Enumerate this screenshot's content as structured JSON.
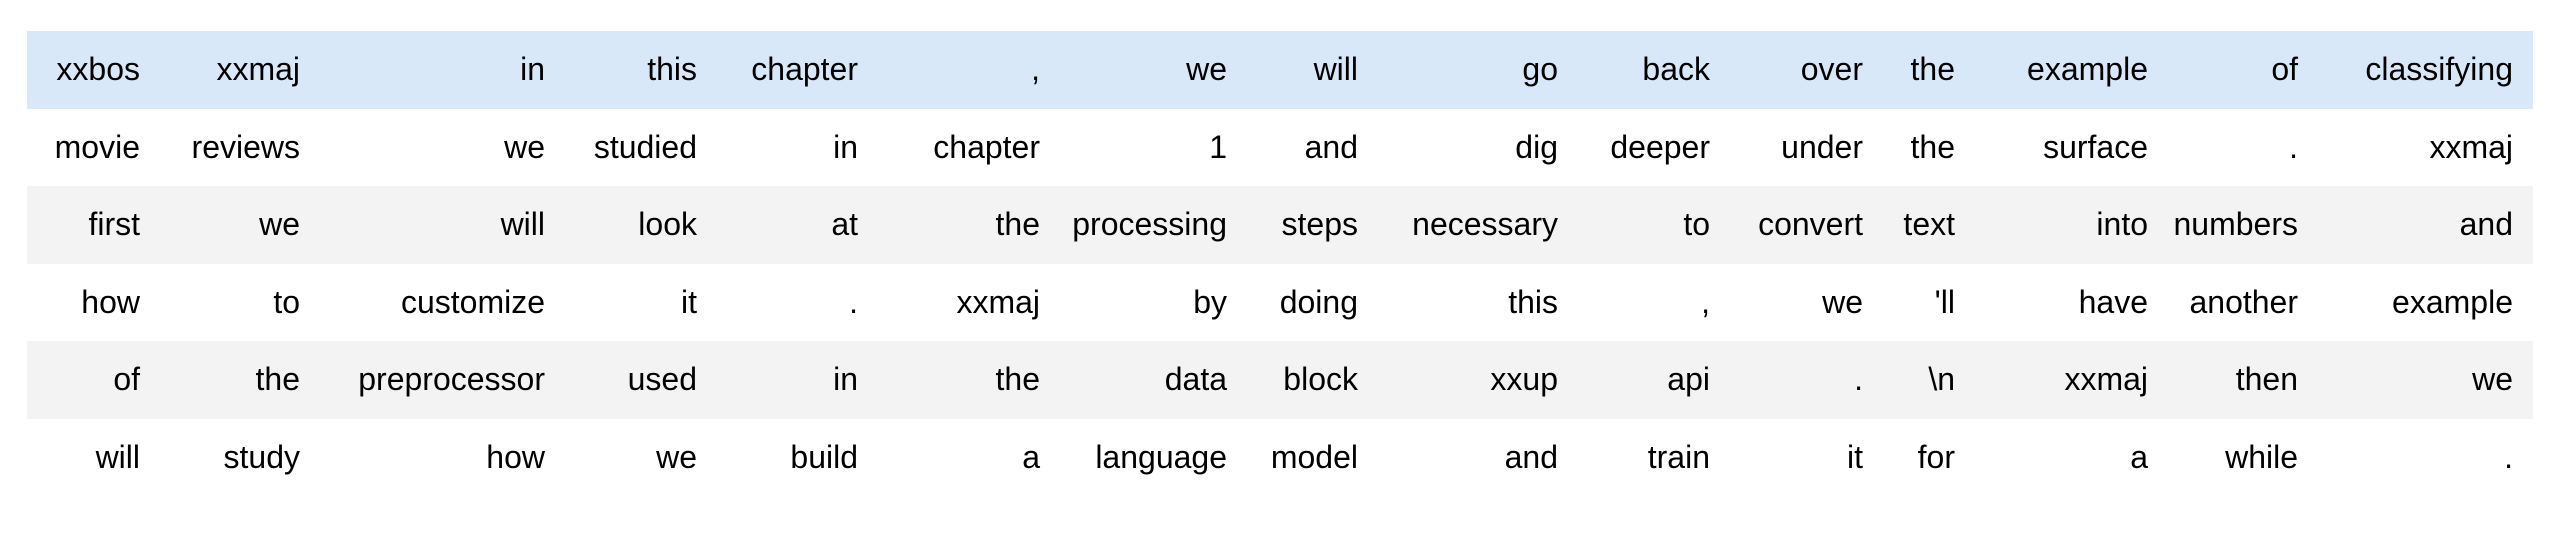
{
  "colors": {
    "highlight": "#d9e8f8",
    "stripe": "#f3f3f3",
    "background": "#ffffff",
    "text": "#000000"
  },
  "table": {
    "kind": "tokenized-text-batch",
    "column_count": 15,
    "rows": [
      {
        "background": "highlight",
        "tokens": [
          "xxbos",
          "xxmaj",
          "in",
          "this",
          "chapter",
          ",",
          "we",
          "will",
          "go",
          "back",
          "over",
          "the",
          "example",
          "of",
          "classifying"
        ]
      },
      {
        "background": "plain",
        "tokens": [
          "movie",
          "reviews",
          "we",
          "studied",
          "in",
          "chapter",
          "1",
          "and",
          "dig",
          "deeper",
          "under",
          "the",
          "surface",
          ".",
          "xxmaj"
        ]
      },
      {
        "background": "stripe",
        "tokens": [
          "first",
          "we",
          "will",
          "look",
          "at",
          "the",
          "processing",
          "steps",
          "necessary",
          "to",
          "convert",
          "text",
          "into",
          "numbers",
          "and"
        ]
      },
      {
        "background": "plain",
        "tokens": [
          "how",
          "to",
          "customize",
          "it",
          ".",
          "xxmaj",
          "by",
          "doing",
          "this",
          ",",
          "we",
          "'ll",
          "have",
          "another",
          "example"
        ]
      },
      {
        "background": "stripe",
        "tokens": [
          "of",
          "the",
          "preprocessor",
          "used",
          "in",
          "the",
          "data",
          "block",
          "xxup",
          "api",
          ".",
          "\\n",
          "xxmaj",
          "then",
          "we"
        ]
      },
      {
        "background": "plain",
        "tokens": [
          "will",
          "study",
          "how",
          "we",
          "build",
          "a",
          "language",
          "model",
          "and",
          "train",
          "it",
          "for",
          "a",
          "while",
          "."
        ]
      }
    ]
  }
}
